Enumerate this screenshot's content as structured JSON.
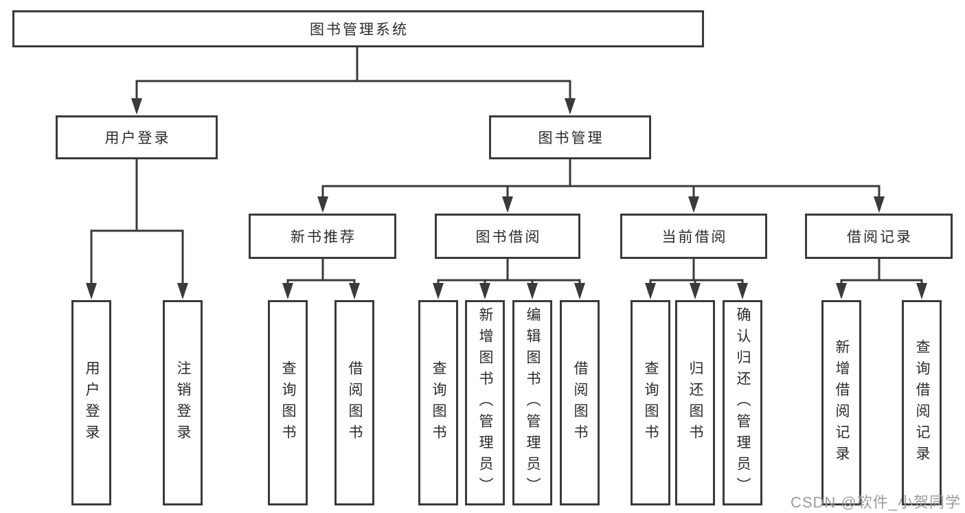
{
  "nodes": {
    "root": "图书管理系统",
    "level1": [
      "用户登录",
      "图书管理"
    ],
    "level2": [
      "新书推荐",
      "图书借阅",
      "当前借阅",
      "借阅记录"
    ],
    "leaves": {
      "user": [
        "用户登录",
        "注销登录"
      ],
      "recommend": [
        "查询图书",
        "借阅图书"
      ],
      "borrow": [
        "查询图书",
        "新增图书（管理员）",
        "编辑图书（管理员）",
        "借阅图书"
      ],
      "current": [
        "查询图书",
        "归还图书",
        "确认归还（管理员）"
      ],
      "records": [
        "新增借阅记录",
        "查询借阅记录"
      ]
    }
  },
  "watermark": "CSDN @软件_小贺同学",
  "colors": {
    "line": "#3a3a3a",
    "box_border": "#3a3a3a",
    "text": "#2b2b2b",
    "watermark_text": "#9c9c9c",
    "background": "#ffffff"
  }
}
